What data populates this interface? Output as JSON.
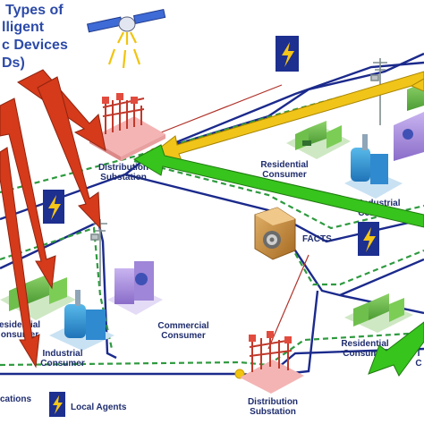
{
  "title": {
    "lines": [
      "Types of",
      "lligent",
      "c Devices",
      "Ds)"
    ]
  },
  "labels": {
    "distribution_substation_top": [
      "Distribution",
      "Substation"
    ],
    "distribution_substation_bottom": [
      "Distribution",
      "Substation"
    ],
    "residential_consumer_top": [
      "Residential",
      "Consumer"
    ],
    "residential_consumer_left": [
      "esidential",
      "onsumer"
    ],
    "residential_consumer_bottom": [
      "Residential",
      "Consumer"
    ],
    "industrial_consumer_top": [
      "Industrial",
      "Consumer"
    ],
    "industrial_consumer_left": [
      "Industrial",
      "Consumer"
    ],
    "industrial_consumer_right": [
      "I",
      "C"
    ],
    "commercial_consumer": [
      "Commercial",
      "Consumer"
    ],
    "facts": "FACTS"
  },
  "legend": {
    "communications": "cations",
    "local_agents": "Local Agents"
  },
  "colors": {
    "grid_line": "#1b2a8c",
    "comm_line": "#2e9a3f",
    "red_arrow": "#d53a1a",
    "yellow_arrow": "#f0c419",
    "green_arrow": "#37c41d",
    "agent_box": "#1d2f8f",
    "agent_bolt": "#f5c518",
    "title": "#2c4aa8"
  }
}
